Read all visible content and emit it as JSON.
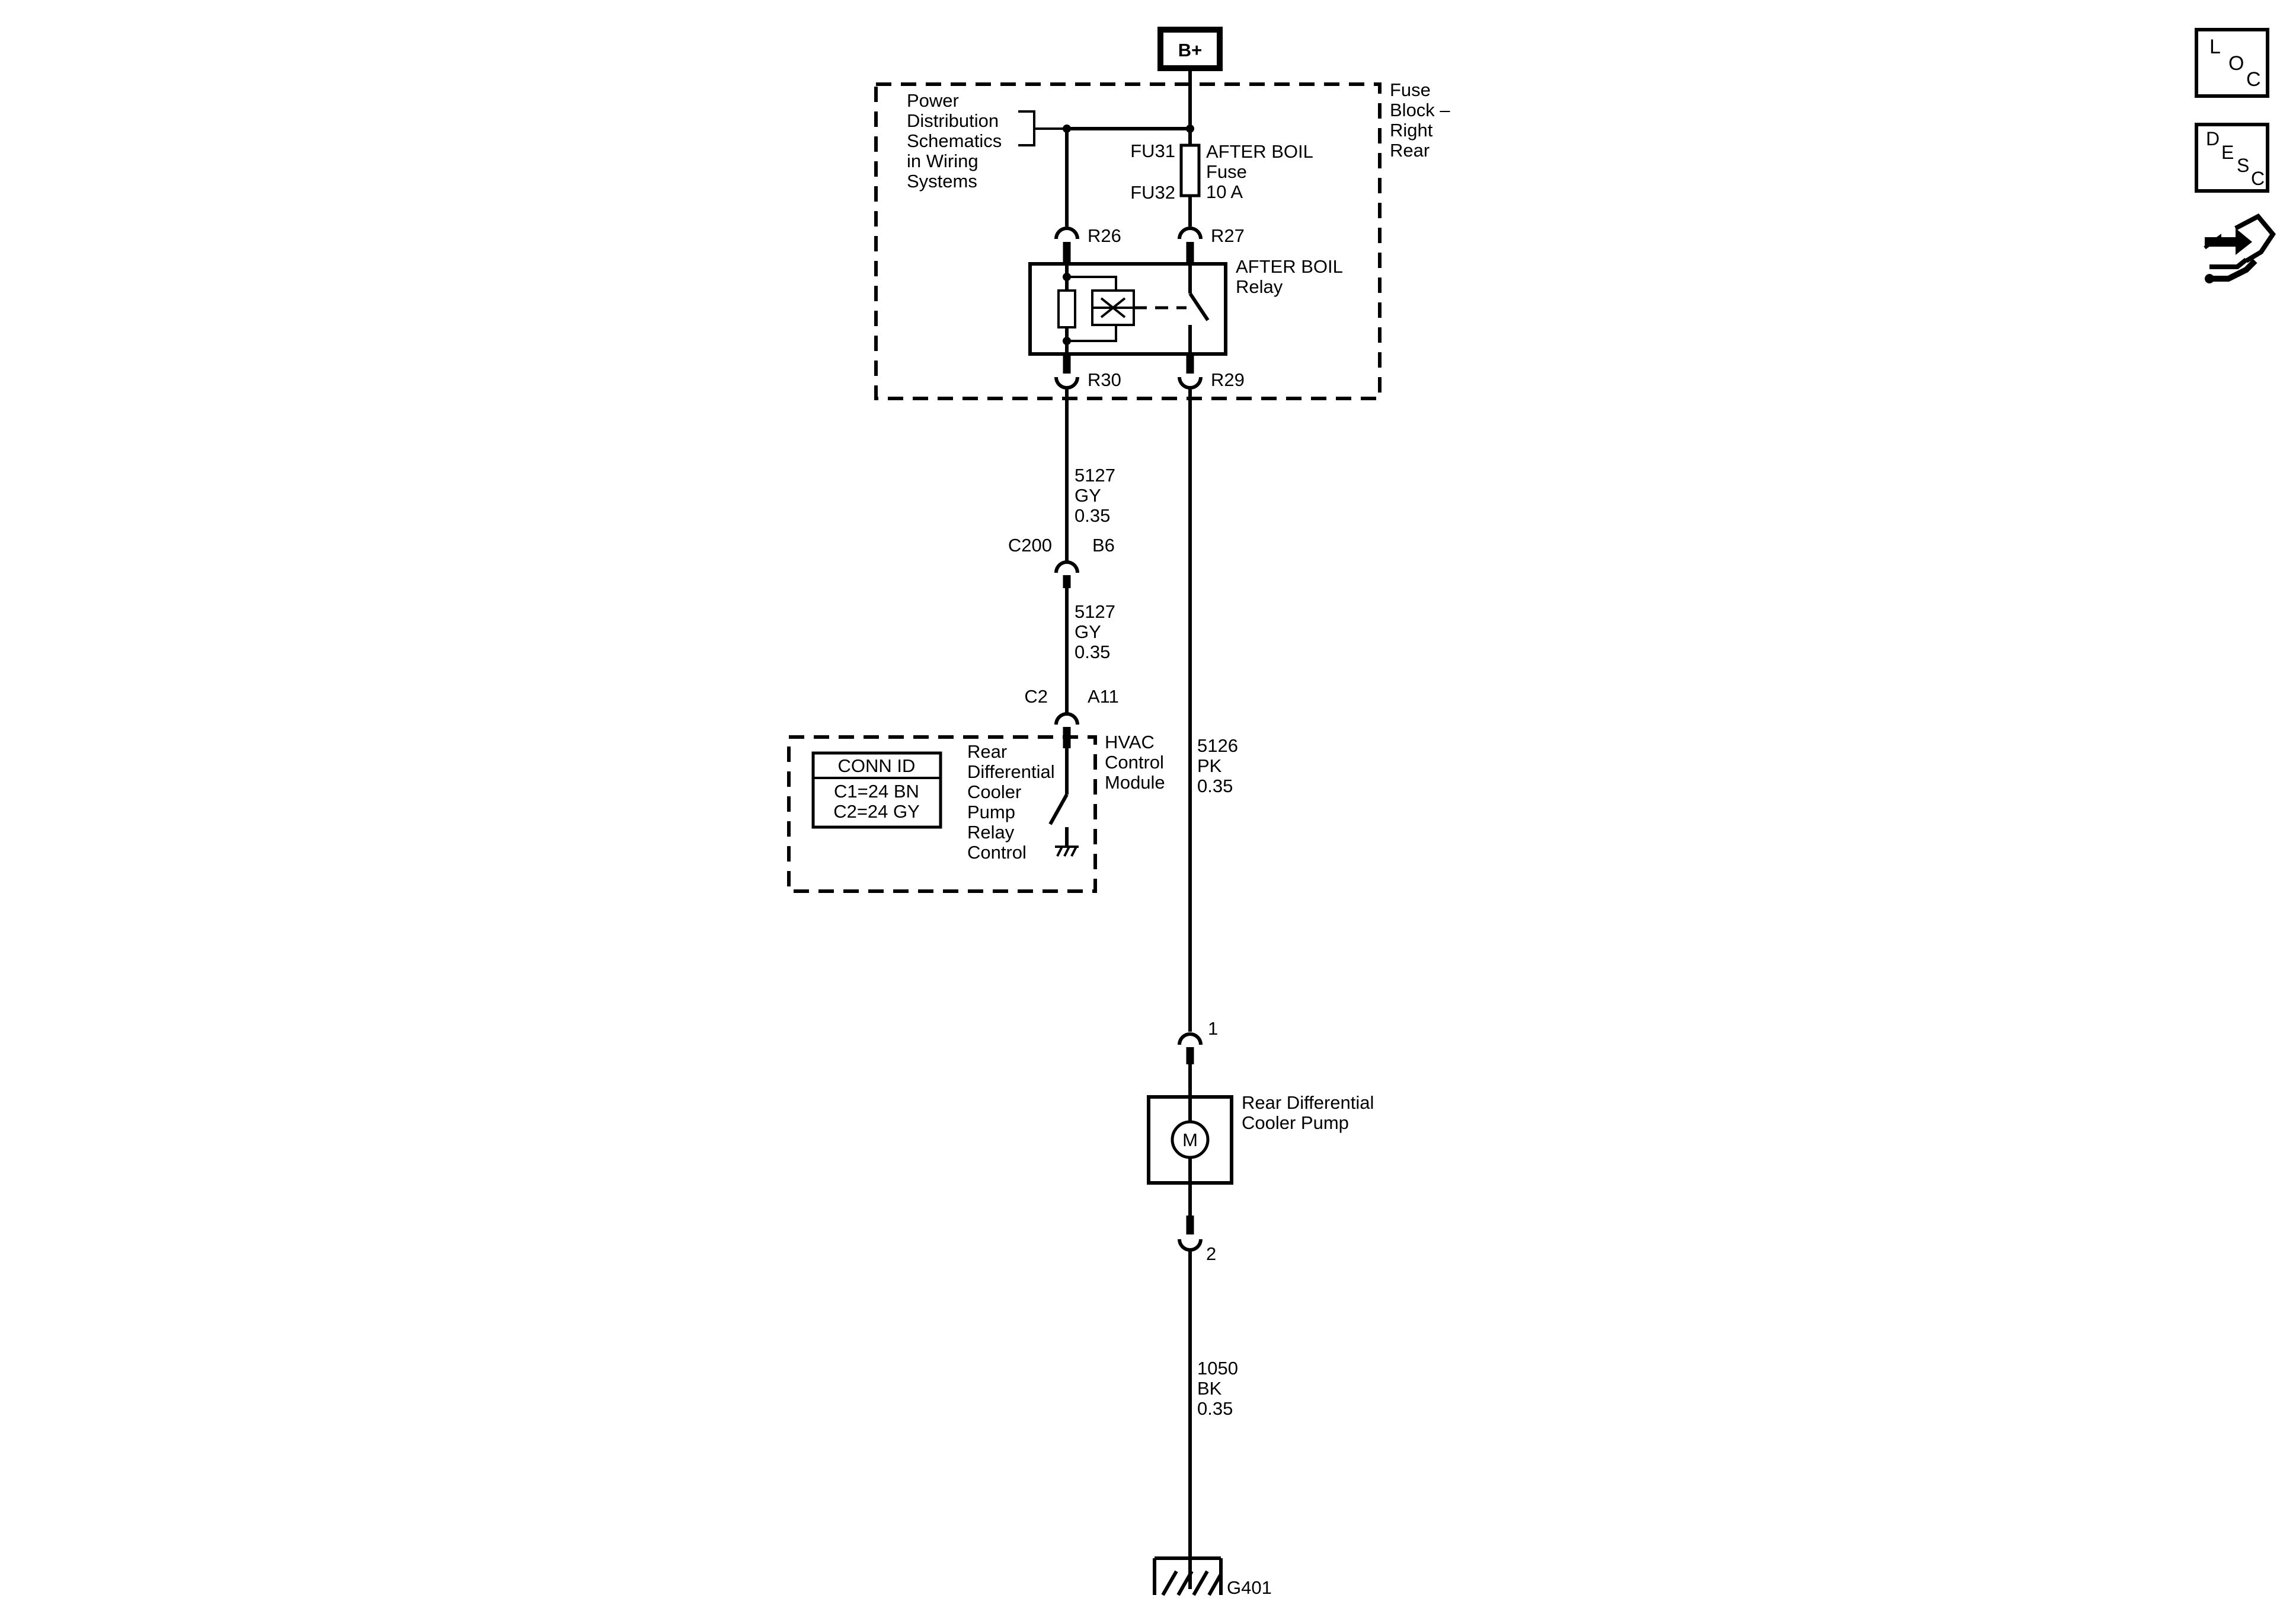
{
  "power": {
    "label": "B+"
  },
  "fuse_block": {
    "label": [
      "Fuse",
      "Block –",
      "Right",
      "Rear"
    ],
    "cross_reference": [
      "Power",
      "Distribution",
      "Schematics",
      "in Wiring",
      "Systems"
    ],
    "fuse": {
      "id_top": "FU31",
      "id_bottom": "FU32",
      "name": "AFTER BOIL",
      "type": "Fuse",
      "rating": "10 A"
    },
    "relay": {
      "name": "AFTER BOIL",
      "type": "Relay"
    },
    "terminals": {
      "r26": "R26",
      "r27": "R27",
      "r30": "R30",
      "r29": "R29"
    }
  },
  "wires": {
    "w5127_upper": [
      "5127",
      "GY",
      "0.35"
    ],
    "w5127_lower": [
      "5127",
      "GY",
      "0.35"
    ],
    "w5126": [
      "5126",
      "PK",
      "0.35"
    ],
    "w1050": [
      "1050",
      "BK",
      "0.35"
    ]
  },
  "connectors": {
    "c200": {
      "name": "C200",
      "pin": "B6"
    },
    "c2": {
      "name": "C2",
      "pin": "A11"
    }
  },
  "hvac_module": {
    "name": [
      "HVAC",
      "Control",
      "Module"
    ],
    "function": [
      "Rear",
      "Differential",
      "Cooler",
      "Pump",
      "Relay",
      "Control"
    ],
    "conn_id": {
      "header": "CONN ID",
      "rows": [
        "C1=24 BN",
        "C2=24 GY"
      ]
    }
  },
  "pump": {
    "name": [
      "Rear Differential",
      "Cooler Pump"
    ],
    "symbol": "M",
    "pin_top": "1",
    "pin_bottom": "2"
  },
  "ground": {
    "label": "G401"
  },
  "side_buttons": {
    "loc": {
      "letters": [
        "L",
        "O",
        "C"
      ],
      "icon": "location-button"
    },
    "desc": {
      "letters": [
        "D",
        "E",
        "S",
        "C"
      ],
      "icon": "description-button"
    },
    "connector_tool": {
      "icon": "connector-view-icon"
    }
  },
  "colors": {
    "line": "#000000",
    "background": "#ffffff"
  }
}
